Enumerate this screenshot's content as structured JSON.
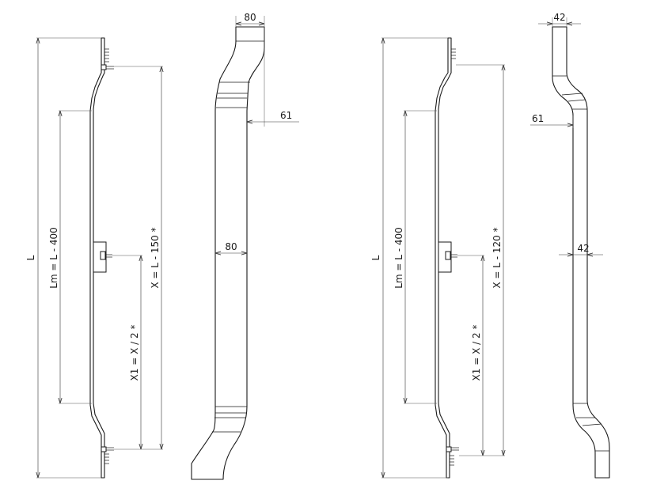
{
  "left_drawing": {
    "overall_length_label": "L",
    "mounting_length_label": "Lm = L - 400",
    "bracket_distance_label": "X = L - 150 *",
    "center_bracket_label": "X1 = X / 2 *",
    "width_top": "80",
    "width_middle": "80",
    "offset": "61"
  },
  "right_drawing": {
    "overall_length_label": "L",
    "mounting_length_label": "Lm = L - 400",
    "bracket_distance_label": "X = L - 120 *",
    "center_bracket_label": "X1 = X / 2 *",
    "width_top": "42",
    "width_middle": "42",
    "offset": "61"
  }
}
